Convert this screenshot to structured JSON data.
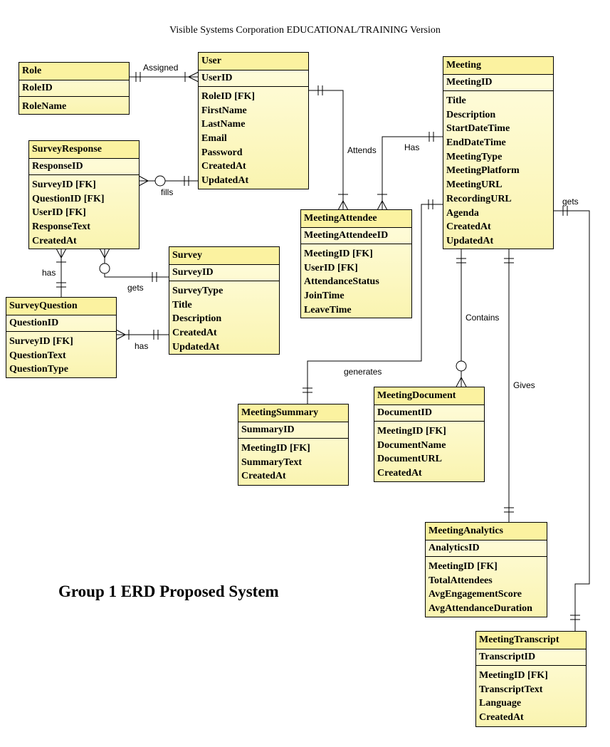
{
  "header": "Visible Systems Corporation EDUCATIONAL/TRAINING Version",
  "title": "Group 1 ERD Proposed System",
  "entities": {
    "role": {
      "name": "Role",
      "pk": "RoleID",
      "attrs": [
        "RoleName"
      ]
    },
    "user": {
      "name": "User",
      "pk": "UserID",
      "attrs": [
        "RoleID [FK]",
        "FirstName",
        "LastName",
        "Email",
        "Password",
        "CreatedAt",
        "UpdatedAt"
      ]
    },
    "meeting": {
      "name": "Meeting",
      "pk": "MeetingID",
      "attrs": [
        "Title",
        "Description",
        "StartDateTime",
        "EndDateTime",
        "MeetingType",
        "MeetingPlatform",
        "MeetingURL",
        "RecordingURL",
        "Agenda",
        "CreatedAt",
        "UpdatedAt"
      ]
    },
    "surveyresponse": {
      "name": "SurveyResponse",
      "pk": "ResponseID",
      "attrs": [
        "SurveyID [FK]",
        "QuestionID [FK]",
        "UserID [FK]",
        "ResponseText",
        "CreatedAt"
      ]
    },
    "meetingattendee": {
      "name": "MeetingAttendee",
      "pk": "MeetingAttendeeID",
      "attrs": [
        "MeetingID [FK]",
        "UserID [FK]",
        "AttendanceStatus",
        "JoinTime",
        "LeaveTime"
      ]
    },
    "survey": {
      "name": "Survey",
      "pk": "SurveyID",
      "attrs": [
        "SurveyType",
        "Title",
        "Description",
        "CreatedAt",
        "UpdatedAt"
      ]
    },
    "surveyquestion": {
      "name": "SurveyQuestion",
      "pk": "QuestionID",
      "attrs": [
        "SurveyID [FK]",
        "QuestionText",
        "QuestionType"
      ]
    },
    "meetingsummary": {
      "name": "MeetingSummary",
      "pk": "SummaryID",
      "attrs": [
        "MeetingID [FK]",
        "SummaryText",
        "CreatedAt"
      ]
    },
    "meetingdocument": {
      "name": "MeetingDocument",
      "pk": "DocumentID",
      "attrs": [
        "MeetingID [FK]",
        "DocumentName",
        "DocumentURL",
        "CreatedAt"
      ]
    },
    "meetinganalytics": {
      "name": "MeetingAnalytics",
      "pk": "AnalyticsID",
      "attrs": [
        "MeetingID [FK]",
        "TotalAttendees",
        "AvgEngagementScore",
        "AvgAttendanceDuration"
      ]
    },
    "meetingtranscript": {
      "name": "MeetingTranscript",
      "pk": "TranscriptID",
      "attrs": [
        "MeetingID [FK]",
        "TranscriptText",
        "Language",
        "CreatedAt"
      ]
    }
  },
  "relationships": {
    "assigned": "Assigned",
    "fills": "fills",
    "attends": "Attends",
    "has_meeting": "Has",
    "gets_meeting": "gets",
    "has_survey_response": "has",
    "gets_survey": "gets",
    "has_survey_question": "has",
    "contains": "Contains",
    "gives": "Gives",
    "generates": "generates"
  },
  "colors": {
    "entity_fill": "#faf4b0",
    "entity_header": "#fbf2a0",
    "line": "#000000"
  }
}
